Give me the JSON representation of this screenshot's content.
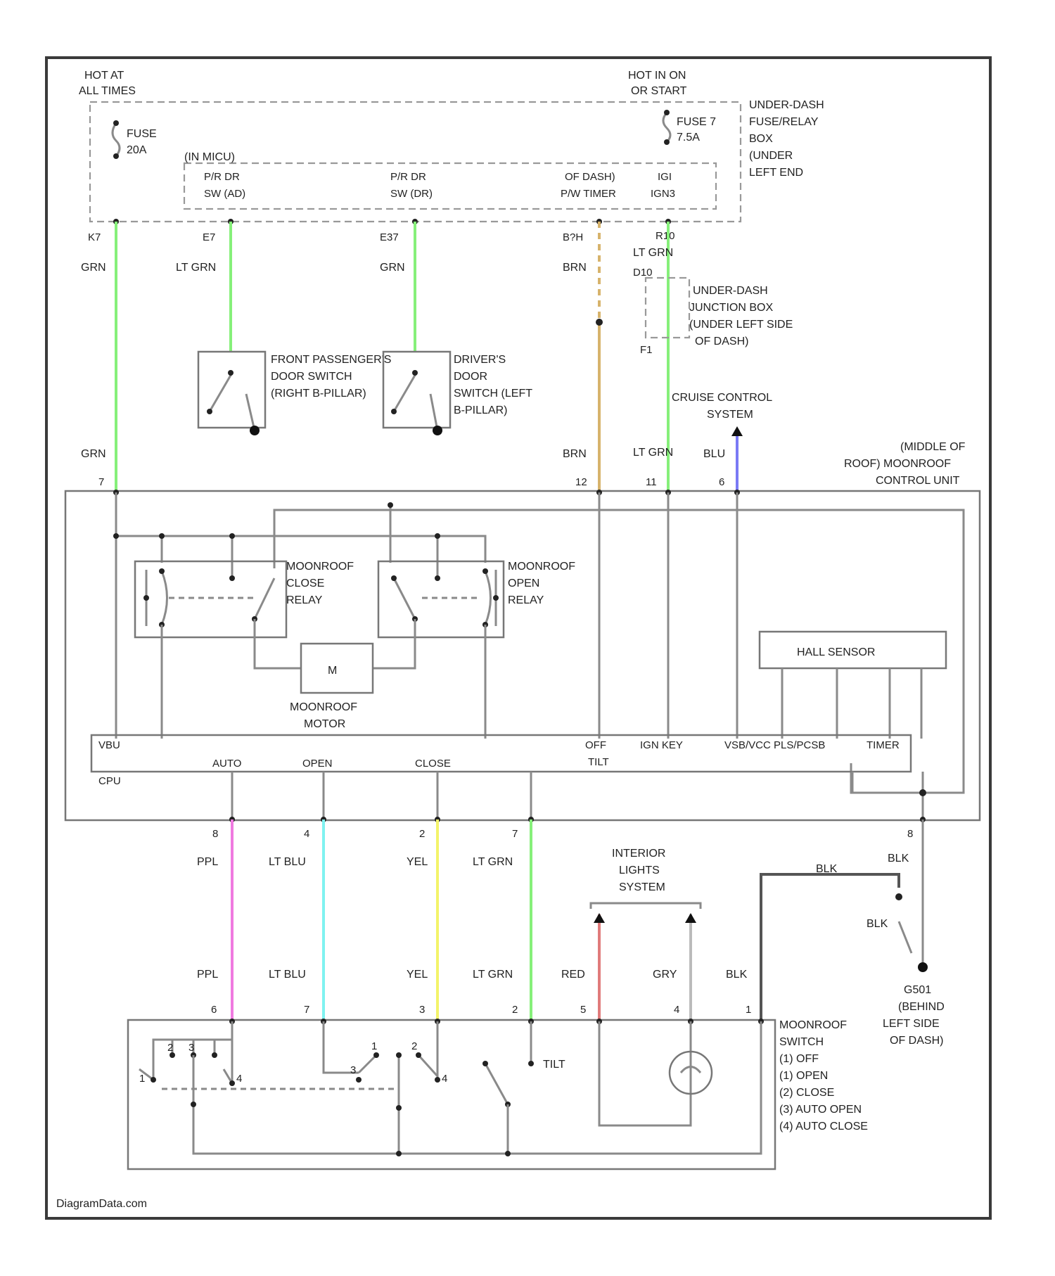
{
  "colors": {
    "grn": "#86f07a",
    "lt_grn": "#86f07a",
    "brn": "#d7b36c",
    "blu": "#7a7af5",
    "ppl": "#f07ae0",
    "lt_blu": "#7ff2f0",
    "yel": "#f3f36a",
    "red": "#e07b7b",
    "gry": "#bbbbbb",
    "blk": "#555555"
  },
  "top": {
    "hot_at_all_times": [
      "HOT AT",
      "ALL TIMES"
    ],
    "hot_in_on": [
      "HOT IN ON",
      "OR START"
    ],
    "fuse_left": [
      "FUSE",
      "20A"
    ],
    "fuse_right": [
      "FUSE 7",
      "7.5A"
    ],
    "under_dash_fuse_box": [
      "UNDER-DASH",
      "FUSE/RELAY",
      "BOX",
      "(UNDER",
      "LEFT END"
    ],
    "cpu_block": "(IN MICU)",
    "cpu_items": [
      [
        "P/R DR",
        "SW (AD)"
      ],
      [
        "P/R DR",
        "SW (DR)"
      ],
      [
        "OF DASH)",
        "P/W TIMER"
      ],
      [
        "IGI",
        "IGN3"
      ]
    ],
    "pins_top": [
      "K7",
      "E7",
      "E37",
      "B?H",
      "R10"
    ],
    "underdash_jbox": [
      "UNDER-DASH",
      "JUNCTION BOX",
      "(UNDER LEFT SIDE",
      "OF DASH)"
    ],
    "jbox_pins": [
      "D10",
      "F1"
    ],
    "front_pass_switch": [
      "FRONT PASSENGER'S",
      "DOOR SWITCH",
      "(RIGHT B-PILLAR)"
    ],
    "driver_switch": [
      "DRIVER'S",
      "DOOR",
      "SWITCH (LEFT",
      "B-PILLAR)"
    ],
    "cruise_control": [
      "CRUISE CONTROL",
      "SYSTEM"
    ]
  },
  "wires_upper": {
    "w1_top": "GRN",
    "w1_bot": "GRN",
    "w2": "LT GRN",
    "w3": "GRN",
    "w4_top": "BRN",
    "w4_bot": "BRN",
    "w5_top": "LT GRN",
    "w5_bot": "LT GRN",
    "w6": "BLU"
  },
  "control_unit": {
    "title": [
      "(MIDDLE OF",
      "ROOF) MOONROOF",
      "CONTROL UNIT"
    ],
    "pins": [
      "7",
      "12",
      "11",
      "6"
    ],
    "close_relay": [
      "MOONROOF",
      "CLOSE",
      "RELAY"
    ],
    "open_relay": [
      "MOONROOF",
      "OPEN",
      "RELAY"
    ],
    "motor_symbol": "M",
    "motor": [
      "MOONROOF",
      "MOTOR"
    ],
    "hall_sensor": "HALL SENSOR",
    "cpu_row1": [
      "VBU",
      "OFF",
      "IGN KEY",
      "VSB/VCC PLS/PCSB",
      "TIMER"
    ],
    "cpu_tilt": "TILT",
    "cpu_row2": [
      "AUTO",
      "OPEN",
      "CLOSE"
    ],
    "cpu_label": "CPU",
    "bottom_pins": [
      "8",
      "4",
      "2",
      "7",
      "8"
    ]
  },
  "wires_lower": {
    "ppl": "PPL",
    "lt_blu": "LT BLU",
    "yel": "YEL",
    "lt_grn": "LT GRN",
    "red": "RED",
    "gry": "GRY",
    "blk": "BLK"
  },
  "interior_lights": [
    "INTERIOR",
    "LIGHTS",
    "SYSTEM"
  ],
  "ground": [
    "G501",
    "(BEHIND",
    "LEFT SIDE",
    "OF DASH)"
  ],
  "moonroof_switch": {
    "pins": [
      "6",
      "7",
      "3",
      "2",
      "5",
      "4",
      "1"
    ],
    "label": [
      "MOONROOF",
      "SWITCH",
      "(1) OFF",
      "(1) OPEN",
      "(2) CLOSE",
      "(3) AUTO OPEN",
      "(4) AUTO CLOSE"
    ],
    "tilt": "TILT",
    "positions": [
      "1",
      "2",
      "3",
      "4"
    ]
  },
  "footer": "DiagramData.com"
}
